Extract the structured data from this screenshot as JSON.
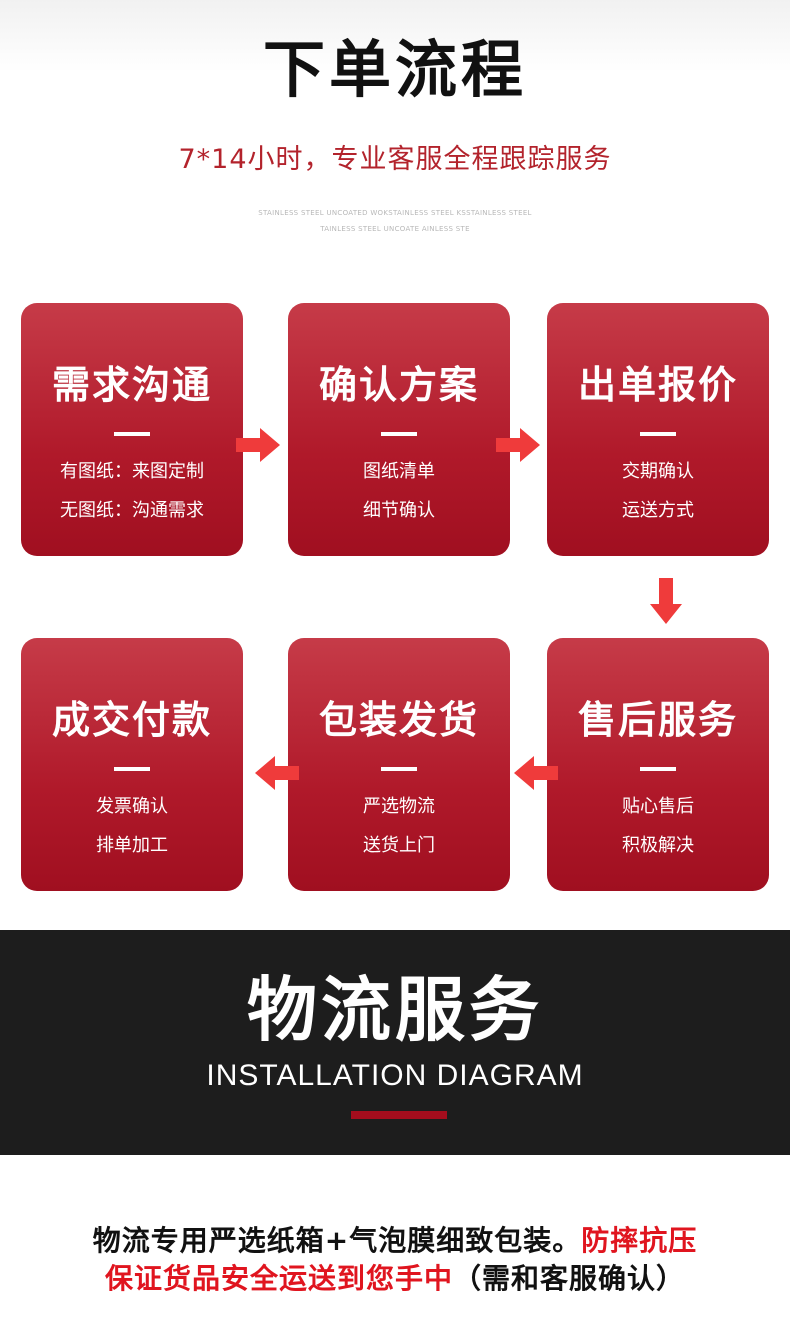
{
  "header": {
    "title": "下单流程",
    "subtitle": "7*14小时，专业客服全程跟踪服务",
    "tiny_line1": "STAINLESS STEEL UNCOATED WOKSTAINLESS STEEL KSSTAINLESS STEEL",
    "tiny_line2": "TAINLESS STEEL UNCOATE AINLESS STE"
  },
  "steps": [
    {
      "title": "需求沟通",
      "line1": "有图纸：来图定制",
      "line2": "无图纸：沟通需求"
    },
    {
      "title": "确认方案",
      "line1": "图纸清单",
      "line2": "细节确认"
    },
    {
      "title": "出单报价",
      "line1": "交期确认",
      "line2": "运送方式"
    },
    {
      "title": "售后服务",
      "line1": "贴心售后",
      "line2": "积极解决"
    },
    {
      "title": "包装发货",
      "line1": "严选物流",
      "line2": "送货上门"
    },
    {
      "title": "成交付款",
      "line1": "发票确认",
      "line2": "排单加工"
    }
  ],
  "icons": {
    "arrow_right": "arrow-right-icon",
    "arrow_down": "arrow-down-icon",
    "arrow_left": "arrow-left-icon"
  },
  "colors": {
    "card_top": "#c63b48",
    "card_bottom": "#a00f20",
    "arrow": "#ef3b3b",
    "subtitle": "#b3232c",
    "dark_band": "#1d1d1d",
    "accent_bar": "#a40d1d",
    "highlight": "#e0151f"
  },
  "logistics": {
    "title": "物流服务",
    "subtitle": "INSTALLATION DIAGRAM"
  },
  "note": {
    "line1_normal": "物流专用严选纸箱+气泡膜细致包装。",
    "line1_highlight": "防摔抗压",
    "line2_highlight": "保证货品安全运送到您手中",
    "line2_normal": "（需和客服确认）"
  }
}
